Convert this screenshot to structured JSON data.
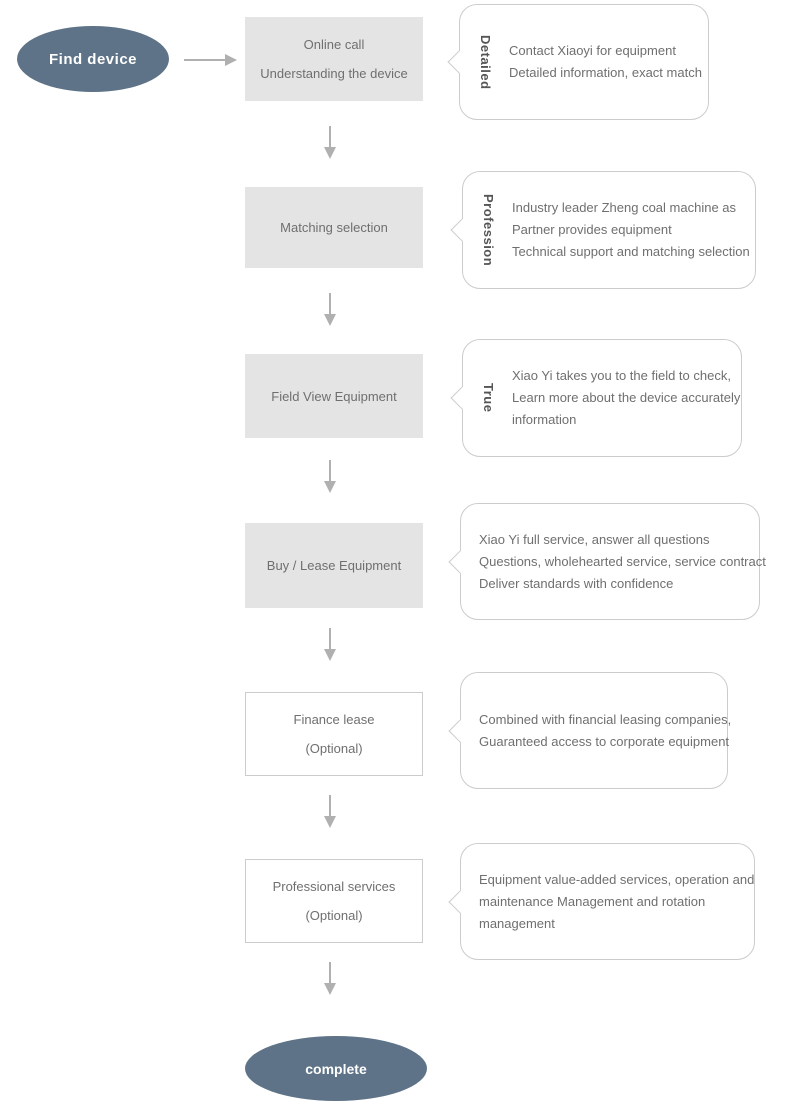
{
  "colors": {
    "accent": "#5e7387",
    "box-fill": "#e4e4e4",
    "line": "#cccccc",
    "arrow": "#b0b0b0",
    "text": "#6f6f6f",
    "tag": "#555555"
  },
  "start": {
    "label": "Find device"
  },
  "end": {
    "label": "complete"
  },
  "steps": [
    {
      "box_lines": [
        "Online call",
        "Understanding the device"
      ],
      "style": "filled",
      "tag": "Detailed",
      "lines": [
        "Contact Xiaoyi for equipment",
        "Detailed information, exact match"
      ]
    },
    {
      "box_lines": [
        "Matching selection"
      ],
      "style": "filled",
      "tag": "Profession",
      "lines": [
        "Industry leader Zheng coal machine as",
        "Partner provides equipment",
        "Technical support and matching selection"
      ]
    },
    {
      "box_lines": [
        "Field View Equipment"
      ],
      "style": "filled",
      "tag": "True",
      "lines": [
        "Xiao Yi takes you to the field to check,",
        "Learn more about the device accurately",
        "information"
      ]
    },
    {
      "box_lines": [
        "Buy / Lease Equipment"
      ],
      "style": "filled",
      "lines": [
        "Xiao Yi full service, answer all questions",
        "Questions, wholehearted service, service contract",
        "Deliver standards with confidence"
      ]
    },
    {
      "box_lines": [
        "Finance lease",
        "(Optional)"
      ],
      "style": "outlined",
      "lines": [
        "Combined with financial leasing companies,",
        "Guaranteed access to corporate equipment"
      ]
    },
    {
      "box_lines": [
        "Professional services",
        "(Optional)"
      ],
      "style": "outlined",
      "lines": [
        "Equipment value-added services, operation and",
        " maintenance Management and rotation",
        "management"
      ]
    }
  ]
}
